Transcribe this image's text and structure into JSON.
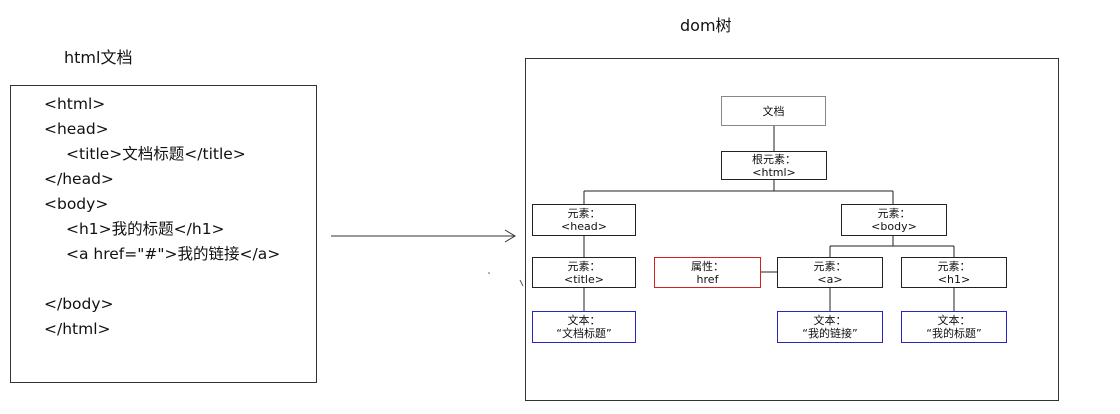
{
  "left_title": "html文档",
  "right_title": "dom树",
  "code_lines": [
    "<html>",
    "<head>",
    "<title>文档标题</title>",
    "</head>",
    "<body>",
    "<h1>我的标题</h1>",
    "<a href=\"#\">我的链接</a>",
    "</body>",
    "</html>"
  ],
  "tree": {
    "document": "文档",
    "root": {
      "type": "根元素：",
      "name": "<html>"
    },
    "head": {
      "type": "元素：",
      "name": "<head>"
    },
    "body": {
      "type": "元素：",
      "name": "<body>"
    },
    "title": {
      "type": "元素：",
      "name": "<title>"
    },
    "attr": {
      "type": "属性：",
      "name": "href"
    },
    "a": {
      "type": "元素：",
      "name": "<a>"
    },
    "h1": {
      "type": "元素：",
      "name": "<h1>"
    },
    "text_title": {
      "type": "文本：",
      "name": "“文档标题”"
    },
    "text_a": {
      "type": "文本：",
      "name": "“我的链接”"
    },
    "text_h1": {
      "type": "文本：",
      "name": "“我的标题”"
    }
  },
  "colors": {
    "attribute_border": "#d42020",
    "text_border": "#2626c8",
    "document_border": "#888888"
  }
}
